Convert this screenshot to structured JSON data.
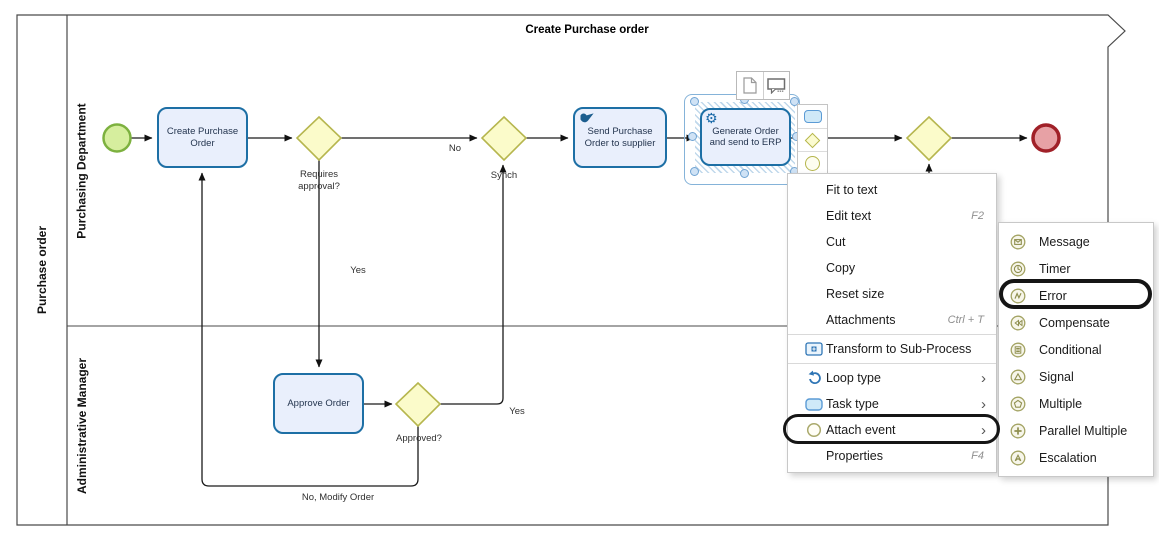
{
  "diagram": {
    "frame_title": "Create Purchase order",
    "pool_label": "Purchase order",
    "lanes": [
      {
        "label": "Purchasing Department"
      },
      {
        "label": "Administrative Manager"
      }
    ],
    "nodes": {
      "task_create": {
        "label": "Create Purchase Order"
      },
      "task_send": {
        "label": "Send Purchase Order to supplier"
      },
      "task_generate": {
        "label": "Generate Order and send to ERP"
      },
      "task_approve": {
        "label": "Approve Order"
      }
    },
    "edge_labels": {
      "requires_approval": "Requires approval?",
      "no": "No",
      "synch": "Synch",
      "yes_down": "Yes",
      "approved": "Approved?",
      "yes_up": "Yes",
      "no_modify": "No, Modify Order"
    },
    "colors": {
      "task_fill": "#e9effc",
      "task_border": "#1d6fa5",
      "gateway_fill": "#fbfbca",
      "gateway_border": "#b6b64e",
      "start_fill": "#d6ee9e",
      "start_border": "#7db13f",
      "end_fill": "#e7a1a5",
      "end_border": "#a02028",
      "selection": "#85b3d9",
      "annotation": "#151515"
    }
  },
  "quick_toolbar": {
    "buttons": [
      "artifact-page-icon",
      "annotation-callout-icon"
    ]
  },
  "shape_toolbar": {
    "buttons": [
      "task-shape-icon",
      "gateway-shape-icon",
      "event-shape-icon"
    ]
  },
  "context_menu": {
    "items": [
      {
        "label": "Fit to text"
      },
      {
        "label": "Edit text",
        "shortcut": "F2"
      },
      {
        "label": "Cut"
      },
      {
        "label": "Copy"
      },
      {
        "label": "Reset size"
      },
      {
        "label": "Attachments",
        "shortcut": "Ctrl + T"
      },
      {
        "label": "Transform to Sub-Process"
      },
      {
        "label": "Loop type"
      },
      {
        "label": "Task type"
      },
      {
        "label": "Attach event"
      },
      {
        "label": "Properties",
        "shortcut": "F4"
      }
    ]
  },
  "submenu": {
    "items": [
      {
        "label": "Message"
      },
      {
        "label": "Timer"
      },
      {
        "label": "Error"
      },
      {
        "label": "Compensate"
      },
      {
        "label": "Conditional"
      },
      {
        "label": "Signal"
      },
      {
        "label": "Multiple"
      },
      {
        "label": "Parallel Multiple"
      },
      {
        "label": "Escalation"
      }
    ]
  }
}
